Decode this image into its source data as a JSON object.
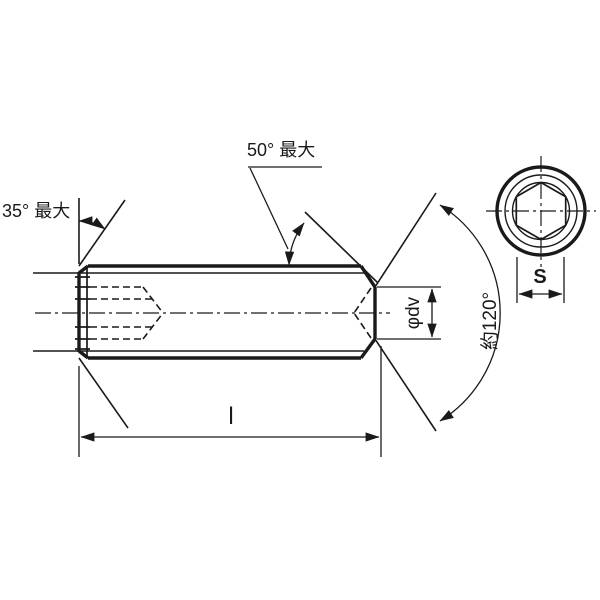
{
  "page": {
    "background": "#ffffff",
    "line_color": "#1a1a1a"
  },
  "diagram": {
    "subject": "hex-socket-set-screw-technical-drawing",
    "labels": {
      "left_chamfer_angle": "35° 最大",
      "point_chamfer_angle": "50° 最大",
      "point_cone_angle": "約120°",
      "cup_diameter": "φdv",
      "screw_length": "l",
      "socket_width_across_flats": "S"
    }
  }
}
